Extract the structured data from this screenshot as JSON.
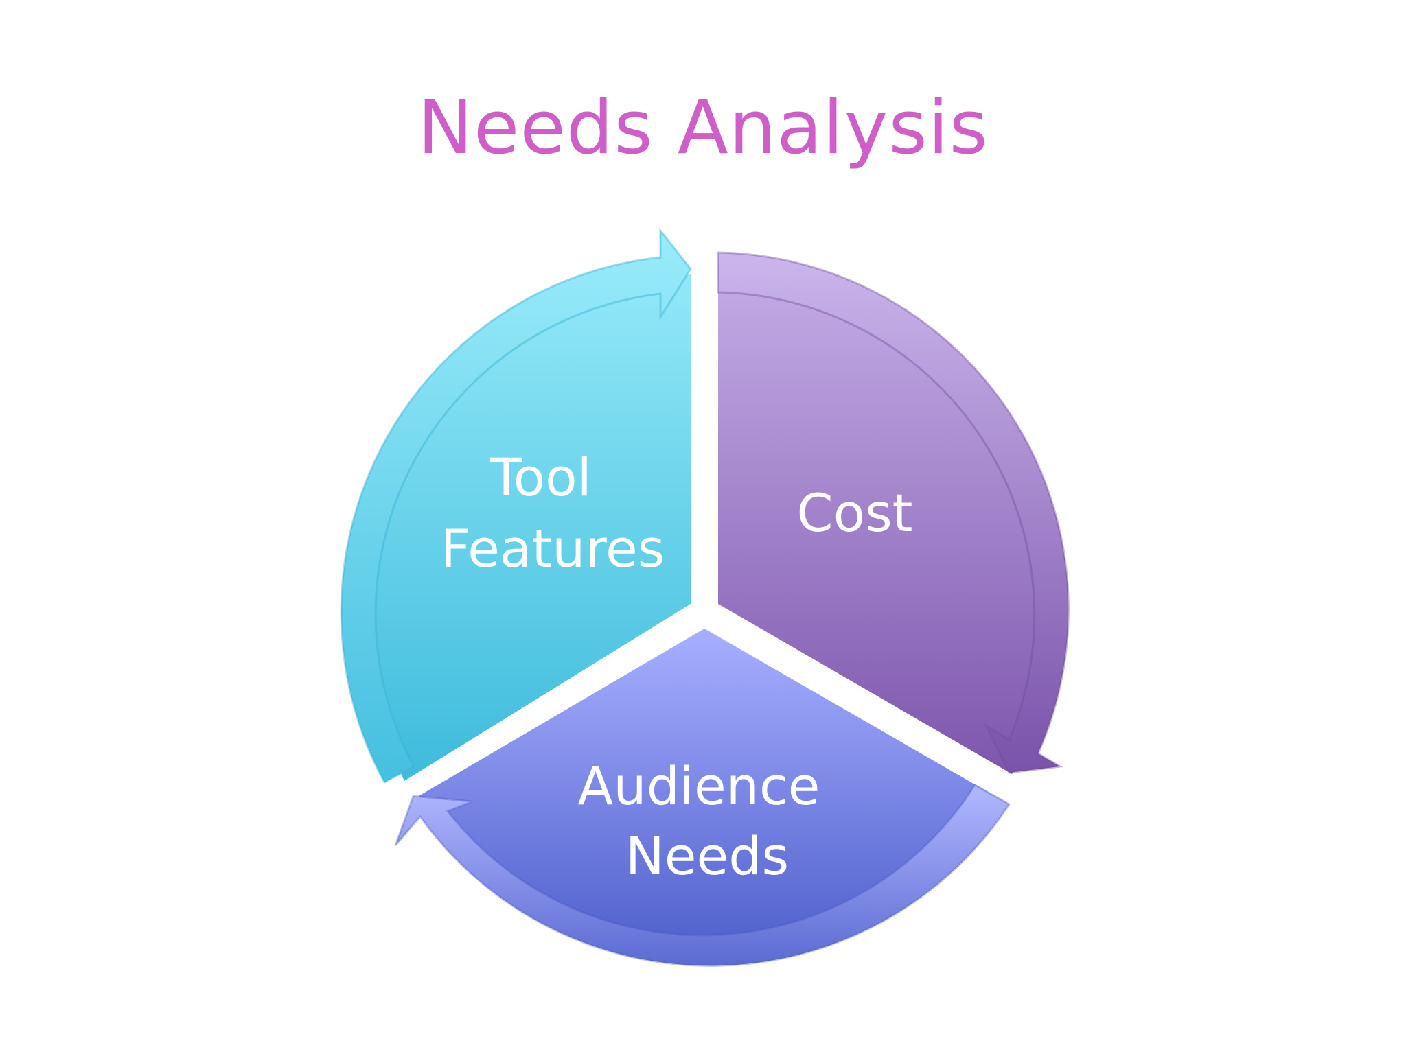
{
  "title": "Needs Analysis",
  "colors": {
    "title": "#cf5ec8",
    "tool_features_top": "#92e8f8",
    "tool_features_bottom": "#3ebbdc",
    "cost_top": "#c6afe8",
    "cost_bottom": "#7e56ad",
    "audience_top": "#a7afff",
    "audience_bottom": "#4e5fcc"
  },
  "segments": [
    {
      "label_lines": [
        "Tool",
        "Features"
      ]
    },
    {
      "label_lines": [
        "Cost"
      ]
    },
    {
      "label_lines": [
        "Audience",
        "Needs"
      ]
    }
  ]
}
